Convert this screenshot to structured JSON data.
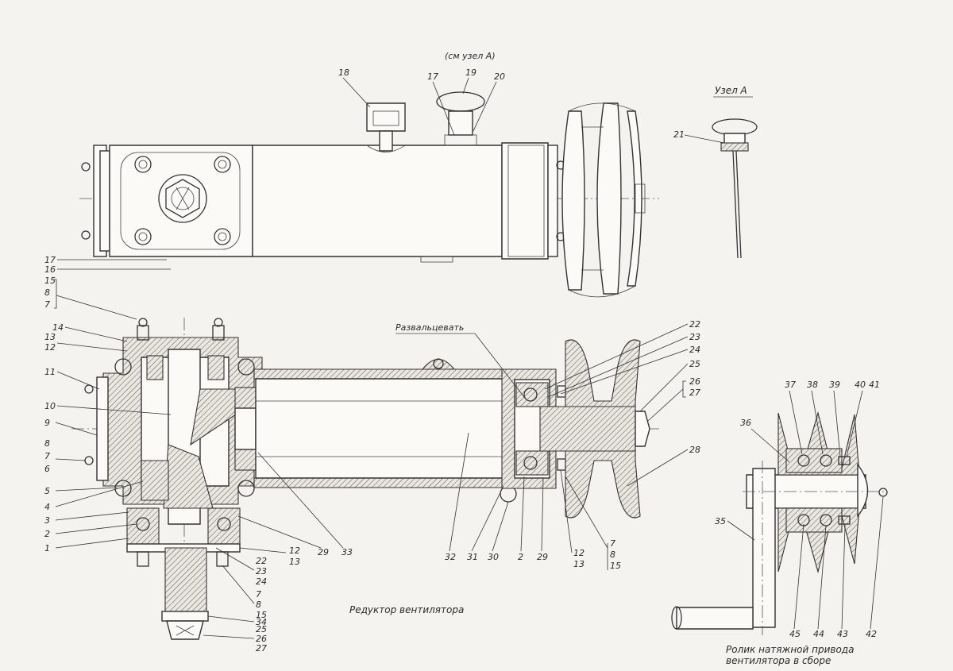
{
  "callouts": {
    "top_view": [
      "18",
      "17",
      "19",
      "20",
      "17",
      "16",
      "15",
      "8",
      "7"
    ],
    "see_node": "(см узел А)",
    "node_a_title": "Узел А",
    "node_a": [
      "21"
    ],
    "section_left": [
      "14",
      "13",
      "12",
      "11",
      "10",
      "9",
      "8",
      "7",
      "6",
      "5",
      "4",
      "3",
      "2",
      "1"
    ],
    "section_bottom": [
      "12",
      "13",
      "29",
      "33",
      "22",
      "23",
      "24",
      "7",
      "8",
      "15",
      "34",
      "25",
      "26",
      "27"
    ],
    "section_mid": [
      "32",
      "31",
      "30",
      "2",
      "29",
      "12",
      "13",
      "7",
      "8",
      "15"
    ],
    "section_right": [
      "22",
      "23",
      "24",
      "25",
      "26",
      "27",
      "28"
    ],
    "roller": [
      "37",
      "38",
      "39",
      "40",
      "41",
      "36",
      "35",
      "45",
      "44",
      "43",
      "42"
    ],
    "note_flare": "Развальцевать"
  },
  "captions": {
    "reducer": "Редуктор вентилятора",
    "roller_line1": "Ролик натяжной привода",
    "roller_line2": "вентилятора в сборе"
  }
}
